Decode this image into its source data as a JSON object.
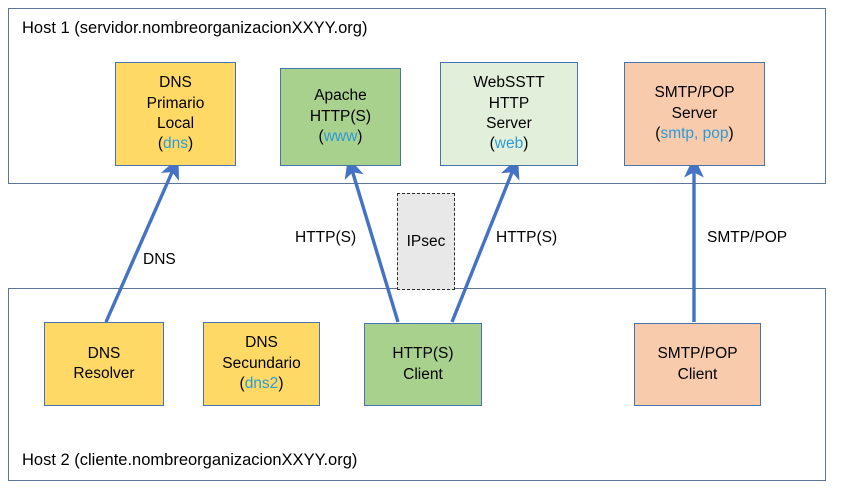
{
  "diagram": {
    "title_host1": "Host 1 (servidor.nombreorganizacionXXYY.org)",
    "title_host2": "Host 2 (cliente.nombreorganizacionXXYY.org)",
    "accent_blue": "#4472C4",
    "service_name_color": "#2E9BD6",
    "frame_border_color": "#5B7699",
    "node_border_color": "#4674B0"
  },
  "host1": {
    "label": "Host 1 (servidor.nombreorganizacionXXYY.org)",
    "nodes": [
      {
        "id": "dns-primario-local",
        "lines": [
          "DNS",
          "Primario",
          "Local"
        ],
        "service": "(dns)",
        "service_label": "dns",
        "fill": "#FFD966"
      },
      {
        "id": "apache-http-server",
        "lines": [
          "Apache",
          "HTTP(S)"
        ],
        "service": "(www)",
        "service_label": "www",
        "fill": "#A9D18E"
      },
      {
        "id": "websstt-http-server",
        "lines": [
          "WebSSTT",
          "HTTP",
          "Server"
        ],
        "service": "(web)",
        "service_label": "web",
        "fill": "#E2EFDA"
      },
      {
        "id": "smtp-pop-server",
        "lines": [
          "SMTP/POP",
          "Server"
        ],
        "service": "(smtp, pop)",
        "service_label": "smtp, pop",
        "fill": "#F8CBAD"
      }
    ]
  },
  "host2": {
    "label": "Host 2 (cliente.nombreorganizacionXXYY.org)",
    "nodes": [
      {
        "id": "dns-resolver",
        "lines": [
          "DNS",
          "Resolver"
        ],
        "service": "",
        "fill": "#FFD966"
      },
      {
        "id": "dns-secundario",
        "lines": [
          "DNS",
          "Secundario"
        ],
        "service": "(dns2)",
        "service_label": "dns2",
        "fill": "#FFD966"
      },
      {
        "id": "http-client",
        "lines": [
          "HTTP(S)",
          "Client"
        ],
        "service": "",
        "fill": "#A9D18E"
      },
      {
        "id": "smtp-pop-client",
        "lines": [
          "SMTP/POP",
          "Client"
        ],
        "service": "",
        "fill": "#F8CBAD"
      }
    ]
  },
  "connections": {
    "dns_label": "DNS",
    "http_left_label": "HTTP(S)",
    "http_right_label": "HTTP(S)",
    "smtp_label": "SMTP/POP",
    "ipsec_label": "IPsec"
  },
  "node_text": {
    "dns_primario_l1": "DNS",
    "dns_primario_l2": "Primario",
    "dns_primario_l3": "Local",
    "dns_primario_svc_open": "(",
    "dns_primario_svc": "dns",
    "dns_primario_svc_close": ")",
    "apache_l1": "Apache",
    "apache_l2": "HTTP(S)",
    "apache_svc_open": "(",
    "apache_svc": "www",
    "apache_svc_close": ")",
    "websstt_l1": "WebSSTT",
    "websstt_l2": "HTTP",
    "websstt_l3": "Server",
    "websstt_svc_open": "(",
    "websstt_svc": "web",
    "websstt_svc_close": ")",
    "smtpsrv_l1": "SMTP/POP",
    "smtpsrv_l2": "Server",
    "smtpsrv_svc_open": "(",
    "smtpsrv_svc": "smtp, pop",
    "smtpsrv_svc_close": ")",
    "resolver_l1": "DNS",
    "resolver_l2": "Resolver",
    "dns2_l1": "DNS",
    "dns2_l2": "Secundario",
    "dns2_svc_open": "(",
    "dns2_svc": "dns2",
    "dns2_svc_close": ")",
    "httpclient_l1": "HTTP(S)",
    "httpclient_l2": "Client",
    "smtpclient_l1": "SMTP/POP",
    "smtpclient_l2": "Client"
  }
}
